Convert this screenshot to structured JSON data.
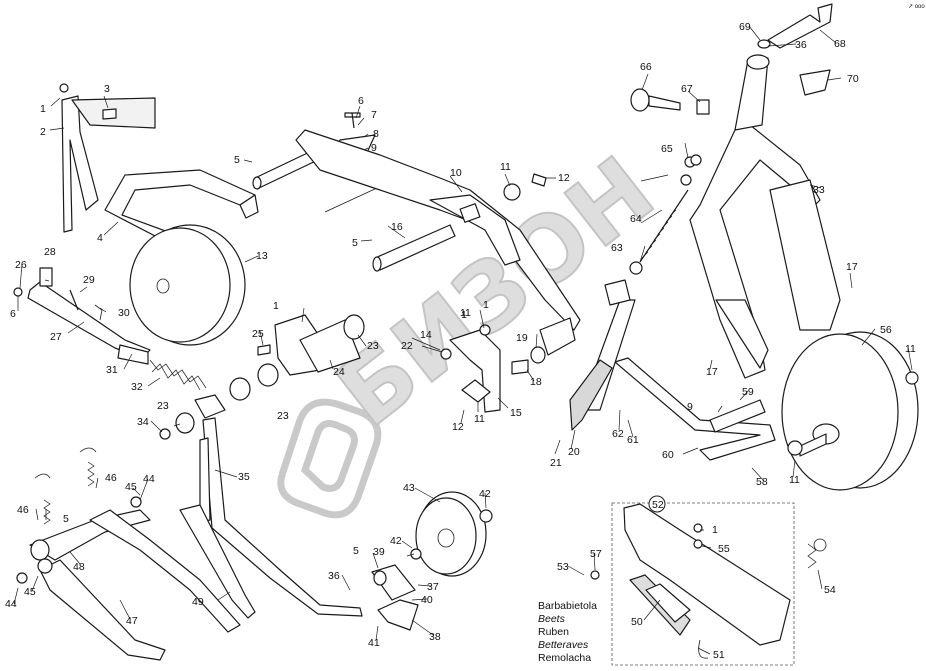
{
  "diagram": {
    "callouts": [
      "1",
      "2",
      "3",
      "4",
      "5",
      "6",
      "7",
      "8",
      "9",
      "10",
      "11",
      "12",
      "13",
      "14",
      "15",
      "16",
      "17",
      "18",
      "19",
      "20",
      "21",
      "22",
      "23",
      "24",
      "25",
      "26",
      "27",
      "28",
      "29",
      "30",
      "31",
      "32",
      "33",
      "34",
      "35",
      "36",
      "37",
      "38",
      "39",
      "40",
      "41",
      "42",
      "43",
      "44",
      "45",
      "46",
      "47",
      "48",
      "49",
      "50",
      "51",
      "52",
      "53",
      "54",
      "55",
      "56",
      "57",
      "58",
      "59",
      "60",
      "61",
      "62",
      "63",
      "64",
      "65",
      "66",
      "67",
      "68",
      "69",
      "70"
    ],
    "crop_labels": [
      "Barbabietola",
      "Beets",
      "Ruben",
      "Betteraves",
      "Remolacha"
    ],
    "watermark": "БИЗОН",
    "corner_mark": "↗ ooo"
  }
}
